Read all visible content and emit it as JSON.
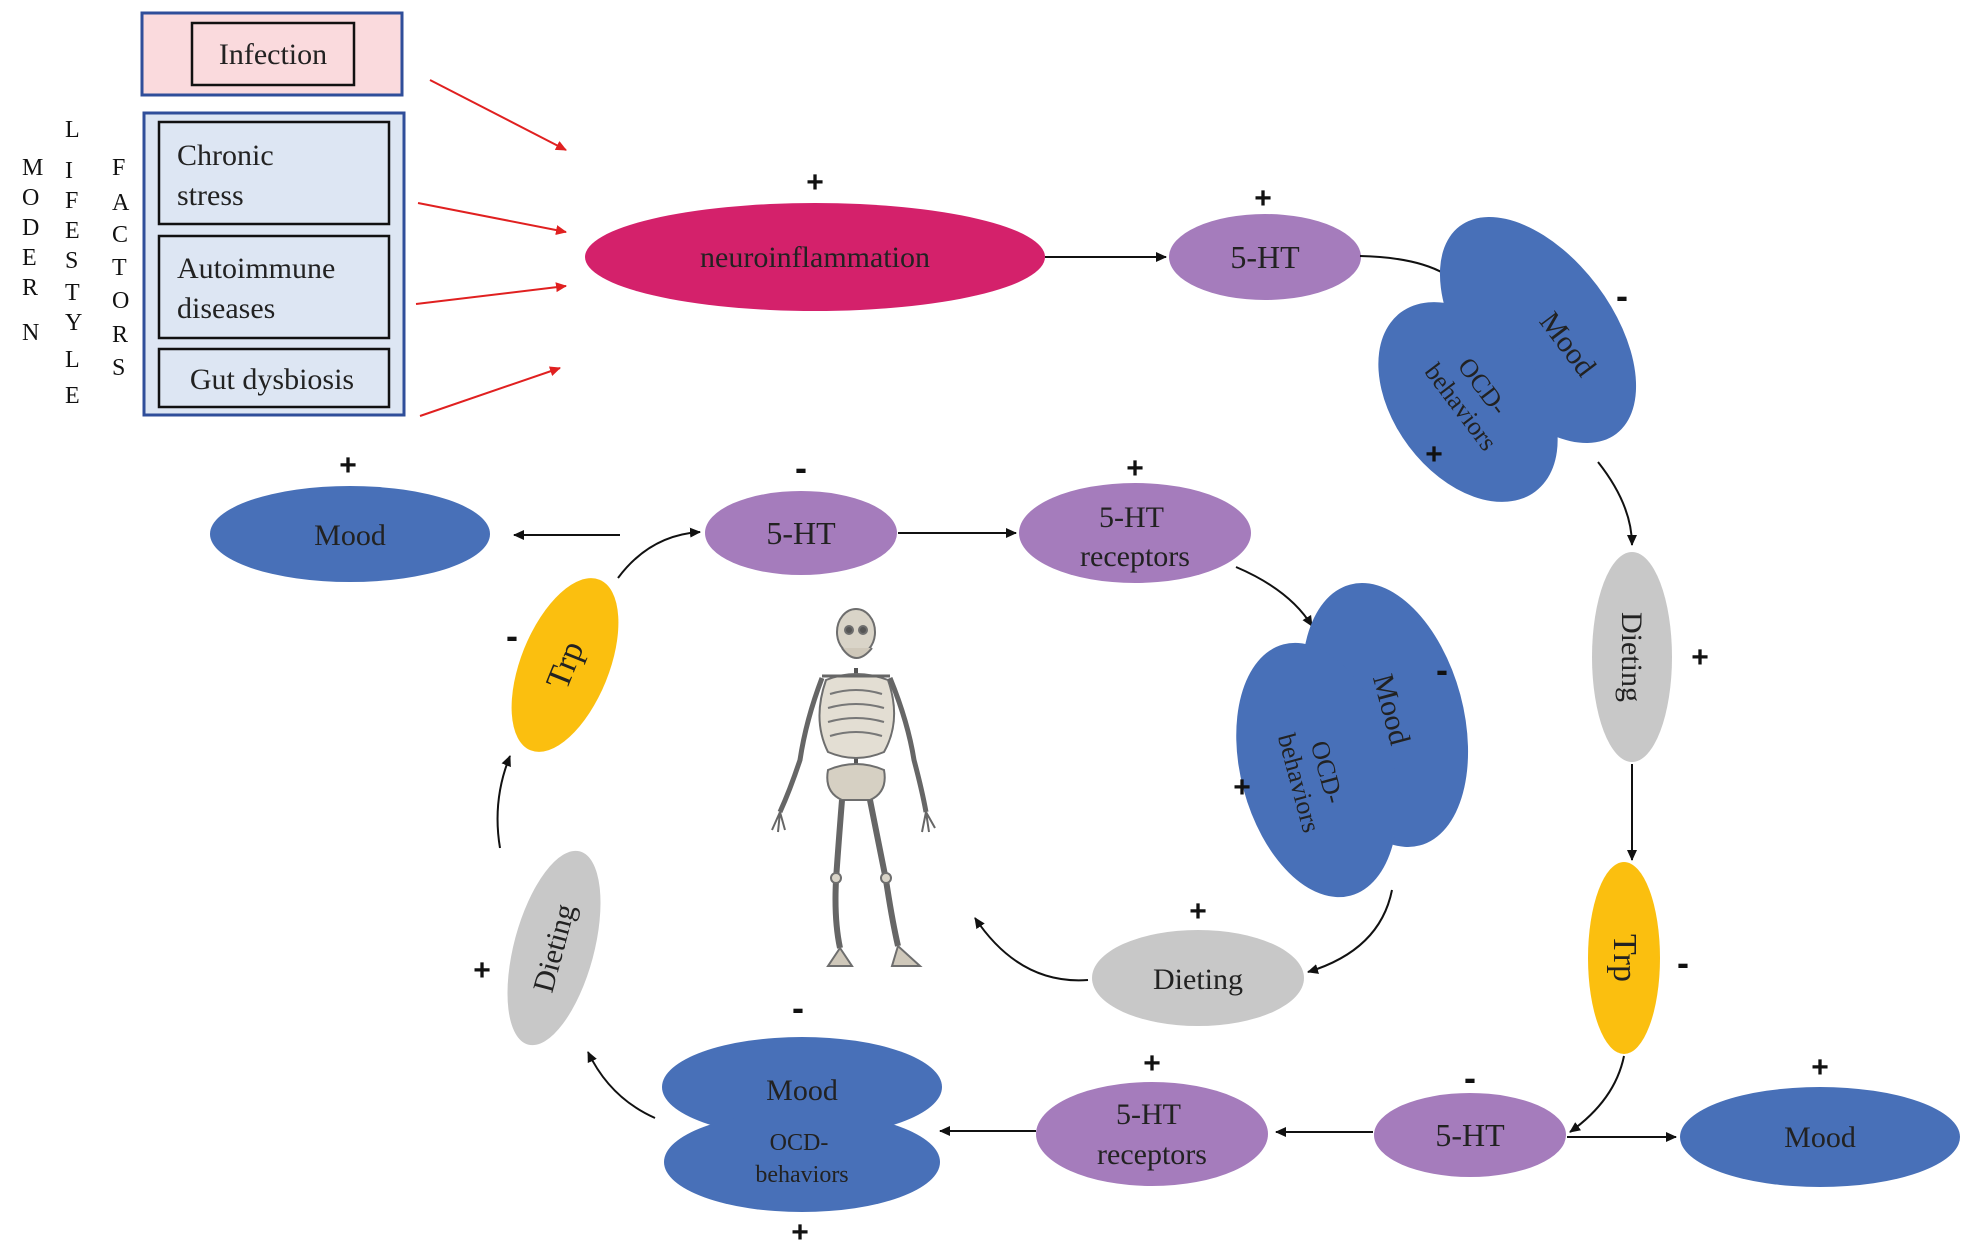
{
  "figure": {
    "modern_lifestyle_factors": {
      "label_words": [
        [
          "M",
          "O",
          "D",
          "E",
          "R",
          "N"
        ],
        [
          "L",
          "I",
          "F",
          "E",
          "S",
          "T",
          "Y",
          "L",
          "E"
        ],
        [
          "F",
          "A",
          "C",
          "T",
          "O",
          "R",
          "S"
        ]
      ],
      "infection": "Infection",
      "chronic_stress": [
        "Chronic",
        "stress"
      ],
      "autoimmune": [
        "Autoimmune",
        "diseases"
      ],
      "gut": "Gut dysbiosis"
    },
    "top_path": {
      "neuroinflammation": "neuroinflammation",
      "ht": "5-HT",
      "mood": "Mood",
      "ocd": [
        "OCD-",
        "behaviors"
      ],
      "dieting": "Dieting",
      "trp": "Trp"
    },
    "bottom_row": {
      "ht": "5-HT",
      "mood_right": "Mood",
      "receptors": [
        "5-HT",
        "receptors"
      ],
      "mood": "Mood",
      "ocd": [
        "OCD-",
        "behaviors"
      ]
    },
    "left_path": {
      "dieting": "Dieting",
      "trp": "Trp",
      "ht": "5-HT",
      "mood_left": "Mood",
      "receptors": [
        "5-HT",
        "receptors"
      ],
      "mood": "Mood",
      "ocd": [
        "OCD-",
        "behaviors"
      ],
      "dieting_bottom": "Dieting"
    },
    "signs": {
      "plus": "+",
      "minus": "-"
    },
    "colors": {
      "neuroinflammation": "#d4216b",
      "serotonin": "#a57cbc",
      "mood": "#4870b8",
      "dieting": "#c8c8c8",
      "trp": "#fbbf0f",
      "infection_bg": "#fadadd",
      "lifestyle_bg": "#dde6f3",
      "group_border": "#2f4e9a",
      "red_arrow": "#e02020"
    }
  }
}
